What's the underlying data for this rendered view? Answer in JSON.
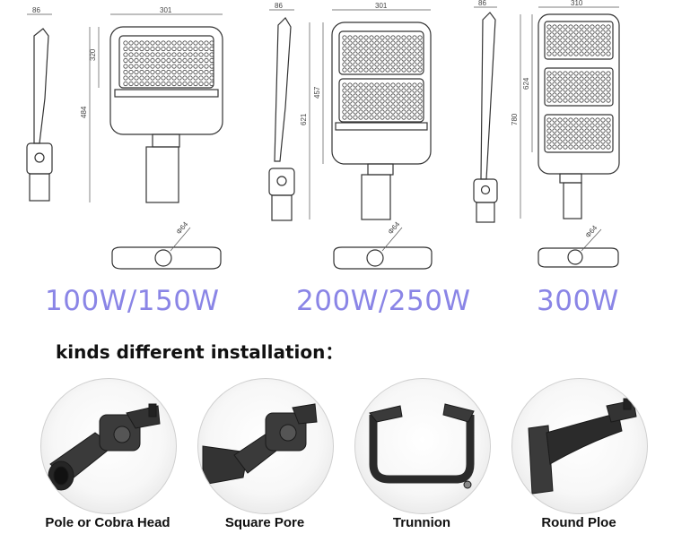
{
  "dimensions": {
    "d100": {
      "side_w": "86",
      "front_w": "301",
      "led_h": "320",
      "total_h": "484",
      "pole_d": "Φ64"
    },
    "d200": {
      "side_w": "86",
      "front_w": "301",
      "led_h": "457",
      "total_h": "621",
      "pole_d": "Φ64"
    },
    "d300": {
      "side_w": "86",
      "front_w": "310",
      "led_h": "624",
      "total_h": "780",
      "pole_d": "Φ64"
    }
  },
  "wattages": [
    "100W/150W",
    "200W/250W",
    "300W"
  ],
  "heading": "kinds different installation：",
  "installations": [
    {
      "label": "Pole or Cobra Head",
      "icon": "pole-cobra-mount-icon"
    },
    {
      "label": "Square Pore",
      "icon": "square-pole-mount-icon"
    },
    {
      "label": "Trunnion",
      "icon": "trunnion-bracket-icon"
    },
    {
      "label": "Round Ploe",
      "icon": "round-pole-mount-icon"
    }
  ],
  "colors": {
    "wattage_text": "#8a85e6",
    "line": "#333333",
    "metal": "#2e2e2e"
  }
}
